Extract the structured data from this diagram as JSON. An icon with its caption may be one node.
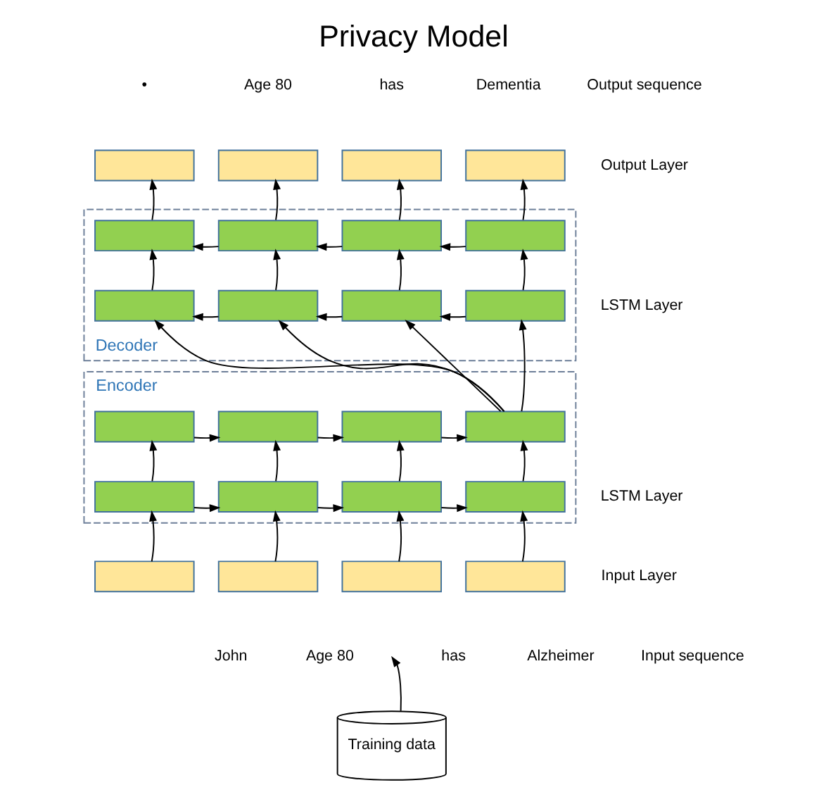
{
  "diagram": {
    "title": "Privacy Model",
    "nodes": [
      {
        "text": [],
        "shape": "box"
      },
      {
        "text": [],
        "shape": "box"
      },
      {
        "text": [],
        "shape": "box"
      },
      {
        "text": [],
        "shape": "box"
      },
      {
        "text": [
          "Decoder"
        ]
      },
      {
        "text": [],
        "shape": "box",
        "in": 4
      },
      {
        "text": [],
        "shape": "box",
        "in": 4
      },
      {
        "text": [],
        "shape": "box",
        "in": 4
      },
      {
        "text": [],
        "shape": "box",
        "in": 4
      },
      {
        "text": [],
        "shape": "box",
        "in": 4
      },
      {
        "text": [],
        "shape": "box",
        "in": 4
      },
      {
        "text": [],
        "shape": "box",
        "in": 4
      },
      {
        "text": [],
        "shape": "box",
        "in": 4
      },
      {
        "text": [
          "Encoder"
        ]
      },
      {
        "text": [],
        "shape": "box",
        "in": 13
      },
      {
        "text": [],
        "shape": "box",
        "in": 13
      },
      {
        "text": [],
        "shape": "box",
        "in": 13
      },
      {
        "text": [],
        "shape": "box",
        "in": 13
      },
      {
        "text": [],
        "shape": "box",
        "in": 13
      },
      {
        "text": [],
        "shape": "box",
        "in": 13
      },
      {
        "text": [],
        "shape": "box",
        "in": 13
      },
      {
        "text": [],
        "shape": "box",
        "in": 13
      },
      {
        "text": [],
        "shape": "box"
      },
      {
        "text": [],
        "shape": "box"
      },
      {
        "text": [],
        "shape": "box"
      },
      {
        "text": [],
        "shape": "box"
      },
      {
        "text": [
          "Training data"
        ]
      }
    ],
    "edges": [
      {
        "from": 5,
        "to": 0,
        "arrow": "to"
      },
      {
        "from": 6,
        "to": 1,
        "arrow": "to"
      },
      {
        "from": 7,
        "to": 2,
        "arrow": "to"
      },
      {
        "from": 8,
        "to": 3,
        "arrow": "to"
      },
      {
        "from": 8,
        "to": 7,
        "arrow": "to"
      },
      {
        "from": 7,
        "to": 6,
        "arrow": "to"
      },
      {
        "from": 6,
        "to": 5,
        "arrow": "to"
      },
      {
        "from": 9,
        "to": 5,
        "arrow": "to"
      },
      {
        "from": 10,
        "to": 6,
        "arrow": "to"
      },
      {
        "from": 11,
        "to": 7,
        "arrow": "to"
      },
      {
        "from": 12,
        "to": 8,
        "arrow": "to"
      },
      {
        "from": 12,
        "to": 11,
        "arrow": "to"
      },
      {
        "from": 11,
        "to": 10,
        "arrow": "to"
      },
      {
        "from": 10,
        "to": 9,
        "arrow": "to"
      },
      {
        "from": 17,
        "to": 9,
        "arrow": "to"
      },
      {
        "from": 17,
        "to": 10,
        "arrow": "to"
      },
      {
        "from": 17,
        "to": 11,
        "arrow": "to"
      },
      {
        "from": 17,
        "to": 12,
        "arrow": "to"
      },
      {
        "from": 14,
        "to": 15,
        "arrow": "to"
      },
      {
        "from": 15,
        "to": 16,
        "arrow": "to"
      },
      {
        "from": 16,
        "to": 17,
        "arrow": "to"
      },
      {
        "from": 18,
        "to": 14,
        "arrow": "to"
      },
      {
        "from": 19,
        "to": 15,
        "arrow": "to"
      },
      {
        "from": 20,
        "to": 16,
        "arrow": "to"
      },
      {
        "from": 21,
        "to": 17,
        "arrow": "to"
      },
      {
        "from": 18,
        "to": 19,
        "arrow": "to"
      },
      {
        "from": 19,
        "to": 20,
        "arrow": "to"
      },
      {
        "from": 20,
        "to": 21,
        "arrow": "to"
      },
      {
        "from": 22,
        "to": 18,
        "arrow": "to"
      },
      {
        "from": 23,
        "to": 19,
        "arrow": "to"
      },
      {
        "from": 24,
        "to": 20,
        "arrow": "to"
      },
      {
        "from": 25,
        "to": 21,
        "arrow": "to"
      },
      {
        "from": 26,
        "to": null,
        "arrow": "to"
      }
    ],
    "labels": [
      "•",
      "Age 80",
      "has",
      "Dementia",
      "Output sequence",
      "Output Layer",
      "LSTM Layer",
      "LSTM Layer",
      "Input Layer",
      "John",
      "Age 80",
      "has",
      "Alzheimer",
      "Input sequence"
    ]
  }
}
